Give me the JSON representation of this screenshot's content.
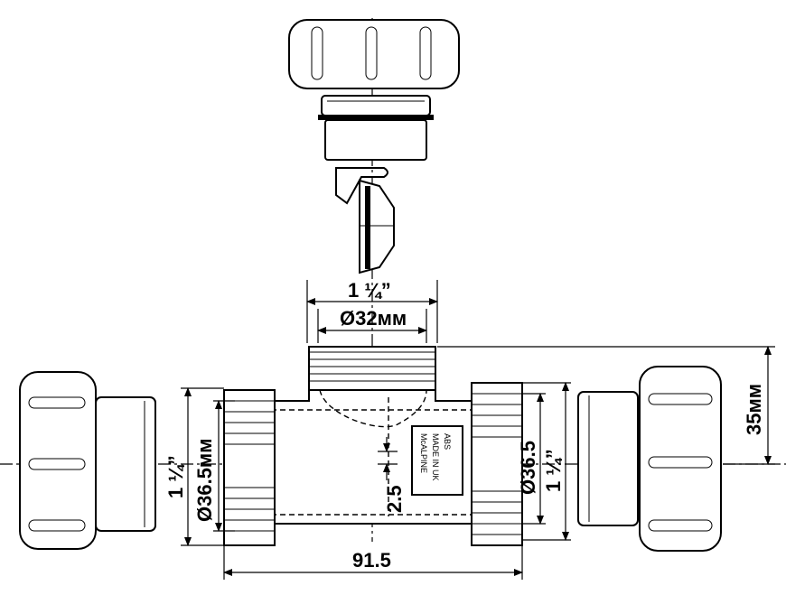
{
  "dimensions": {
    "top_thread": "1 ¼”",
    "top_diameter": "Ø32мм",
    "left_thread": "1 ¼”",
    "left_diameter": "Ø36.5мм",
    "right_diameter": "Ø36.5",
    "right_thread": "1 ¼”",
    "height_offset": "35мм",
    "offset_small": "2.5",
    "overall_length": "91.5"
  },
  "body_label": {
    "line1": "McALPINE",
    "line2": "MADE IN UK",
    "line3": "ABS"
  }
}
